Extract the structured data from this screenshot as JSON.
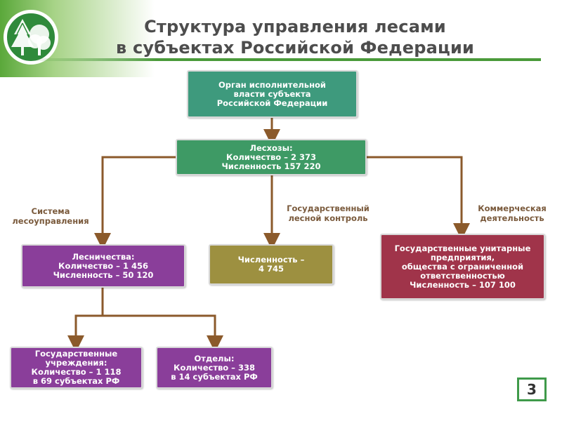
{
  "title": {
    "line1": "Структура управления лесами",
    "line2": "в субъектах Российской Федерации"
  },
  "logo": {
    "icon": "forest-tree-icon"
  },
  "nodes": {
    "executive": {
      "lines": [
        "Орган исполнительной",
        "власти субъекта",
        "Российской Федерации"
      ]
    },
    "leskhozy": {
      "lines": [
        "Лесхозы:",
        "Количество – 2 373",
        "Численность 157 220"
      ]
    },
    "lesnichestva": {
      "lines": [
        "Лесничества:",
        "Количество – 1 456",
        "Численность – 50 120"
      ]
    },
    "control": {
      "lines": [
        "Численность –",
        "4 745"
      ]
    },
    "commercial": {
      "lines": [
        "Государственные унитарные",
        "предприятия,",
        "общества с ограниченной",
        "ответственностью",
        "Численность – 107 100"
      ]
    },
    "institutions": {
      "lines": [
        "Государственные",
        "учреждения:",
        "Количество – 1 118",
        "в 69 субъектах РФ"
      ]
    },
    "departments": {
      "lines": [
        "Отделы:",
        "Количество – 338",
        "в 14 субъектах РФ"
      ]
    }
  },
  "branch_labels": {
    "management": [
      "Система",
      "лесоуправления"
    ],
    "state_control": [
      "Государственный",
      "лесной контроль"
    ],
    "commercial": [
      "Коммерческая",
      "деятельность"
    ]
  },
  "page_number": "3",
  "colors": {
    "teal": "#3e9a7d",
    "green": "#3e9a65",
    "purple": "#8a3e9a",
    "olive": "#9d9040",
    "crimson": "#a0344a",
    "connector": "#8b5a2b",
    "label": "#7a5a3c",
    "accent_green": "#4a9a3a"
  }
}
